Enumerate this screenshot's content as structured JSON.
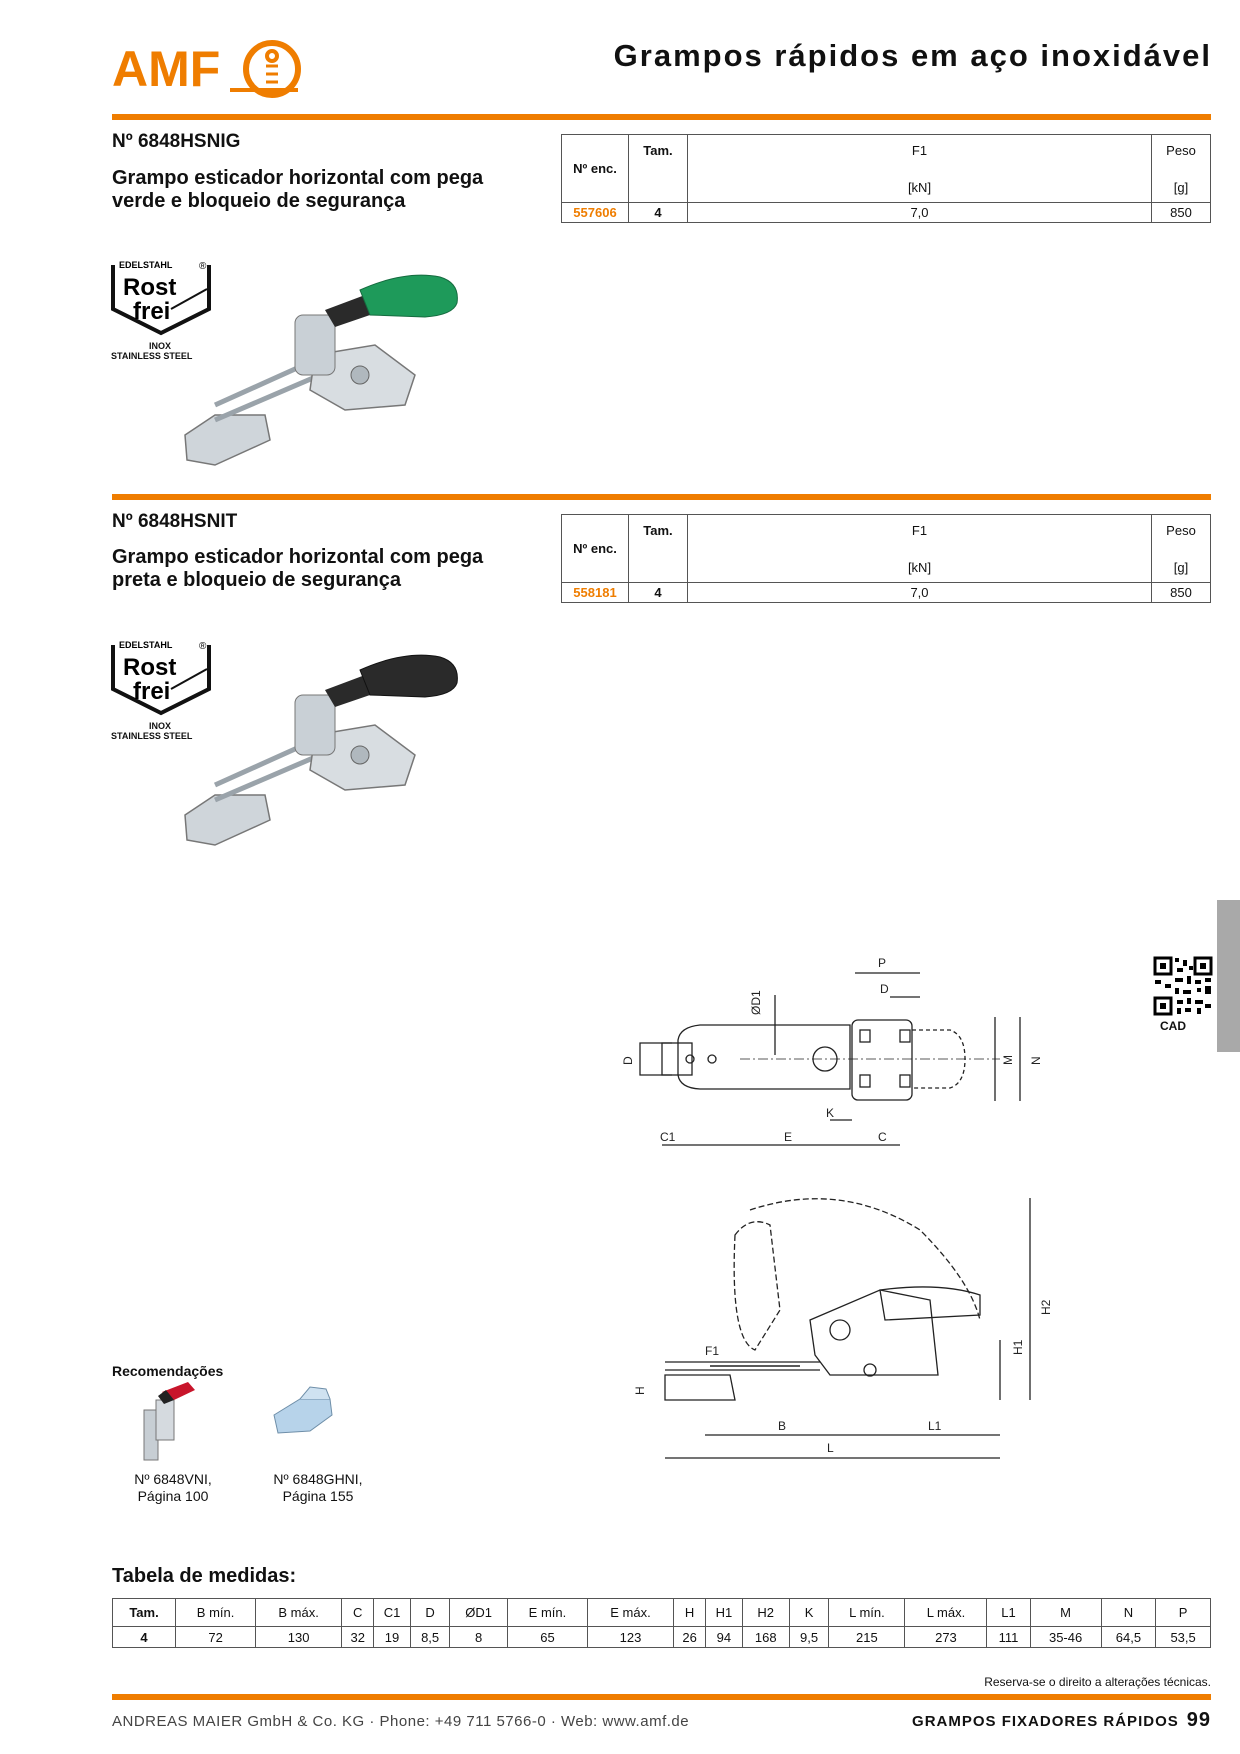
{
  "header": {
    "logo_text": "AMF",
    "title": "Grampos rápidos em aço inoxidável"
  },
  "colors": {
    "brand_orange": "#ef7d00",
    "green_handle": "#1e9a5a",
    "black_handle": "#2a2a2a",
    "tab_gray": "#a9a9a9"
  },
  "badge": {
    "top": "EDELSTAHL",
    "rost": "Rost",
    "frei": "frei",
    "inox": "INOX",
    "stainless": "STAINLESS STEEL",
    "reg": "®"
  },
  "products": [
    {
      "number": "Nº 6848HSNIG",
      "description": "Grampo esticador horizontal com pega verde e bloqueio de segurança",
      "table": {
        "col_no": "Nº enc.",
        "col_tam": "Tam.",
        "col_f1": "F1",
        "col_f1_unit": "[kN]",
        "col_peso": "Peso",
        "col_peso_unit": "[g]",
        "order_no": "557606",
        "tam": "4",
        "f1": "7,0",
        "peso": "850"
      }
    },
    {
      "number": "Nº 6848HSNIT",
      "description": "Grampo esticador horizontal com pega preta e bloqueio de segurança",
      "table": {
        "col_no": "Nº enc.",
        "col_tam": "Tam.",
        "col_f1": "F1",
        "col_f1_unit": "[kN]",
        "col_peso": "Peso",
        "col_peso_unit": "[g]",
        "order_no": "558181",
        "tam": "4",
        "f1": "7,0",
        "peso": "850"
      }
    }
  ],
  "cad_label": "CAD",
  "drawing_labels": {
    "P": "P",
    "D": "D",
    "D1": "ØD1",
    "M": "M",
    "N": "N",
    "K": "K",
    "C1": "C1",
    "E": "E",
    "C": "C",
    "H": "H",
    "H1": "H1",
    "H2": "H2",
    "F1": "F1",
    "B": "B",
    "L1": "L1",
    "L": "L"
  },
  "recommendations": {
    "label": "Recomendações",
    "items": [
      {
        "line1": "Nº 6848VNI,",
        "line2": "Página 100"
      },
      {
        "line1": "Nº 6848GHNI,",
        "line2": "Página 155"
      }
    ]
  },
  "dimensions": {
    "title": "Tabela de medidas:",
    "headers": [
      "Tam.",
      "B mín.",
      "B máx.",
      "C",
      "C1",
      "D",
      "ØD1",
      "E mín.",
      "E máx.",
      "H",
      "H1",
      "H2",
      "K",
      "L mín.",
      "L máx.",
      "L1",
      "M",
      "N",
      "P"
    ],
    "row": [
      "4",
      "72",
      "130",
      "32",
      "19",
      "8,5",
      "8",
      "65",
      "123",
      "26",
      "94",
      "168",
      "9,5",
      "215",
      "273",
      "111",
      "35-46",
      "64,5",
      "53,5"
    ]
  },
  "disclaimer": "Reserva-se o direito a alterações técnicas.",
  "footer": {
    "company": "ANDREAS MAIER GmbH & Co. KG  ·  Phone: +49 711 5766-0  ·  Web: www.amf.de",
    "section": "GRAMPOS FIXADORES RÁPIDOS",
    "page": "99"
  }
}
